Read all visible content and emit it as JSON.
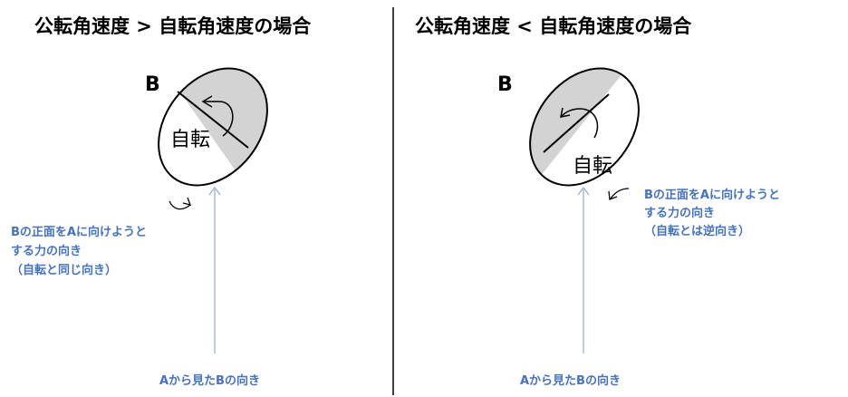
{
  "colors": {
    "note_text": "#4472c4",
    "view_arrow": "#8ea9db",
    "shaded": "#d3d3d3",
    "outline": "#000000",
    "divider": "#000000"
  },
  "left_panel": {
    "title": "公転角速度 > 自転角速度の場合",
    "body_label": "B",
    "rotation_label": "自転",
    "force_note": [
      "Bの正面をAに向けようと",
      "する力の向き",
      "（自転と同じ向き）"
    ],
    "view_label": "Aから見たBの向き"
  },
  "right_panel": {
    "title": "公転角速度 < 自転角速度の場合",
    "body_label": "B",
    "rotation_label": "自転",
    "force_note": [
      "Bの正面をAに向けようと",
      "する力の向き",
      "（自転とは逆向き）"
    ],
    "view_label": "Aから見たBの向き"
  }
}
